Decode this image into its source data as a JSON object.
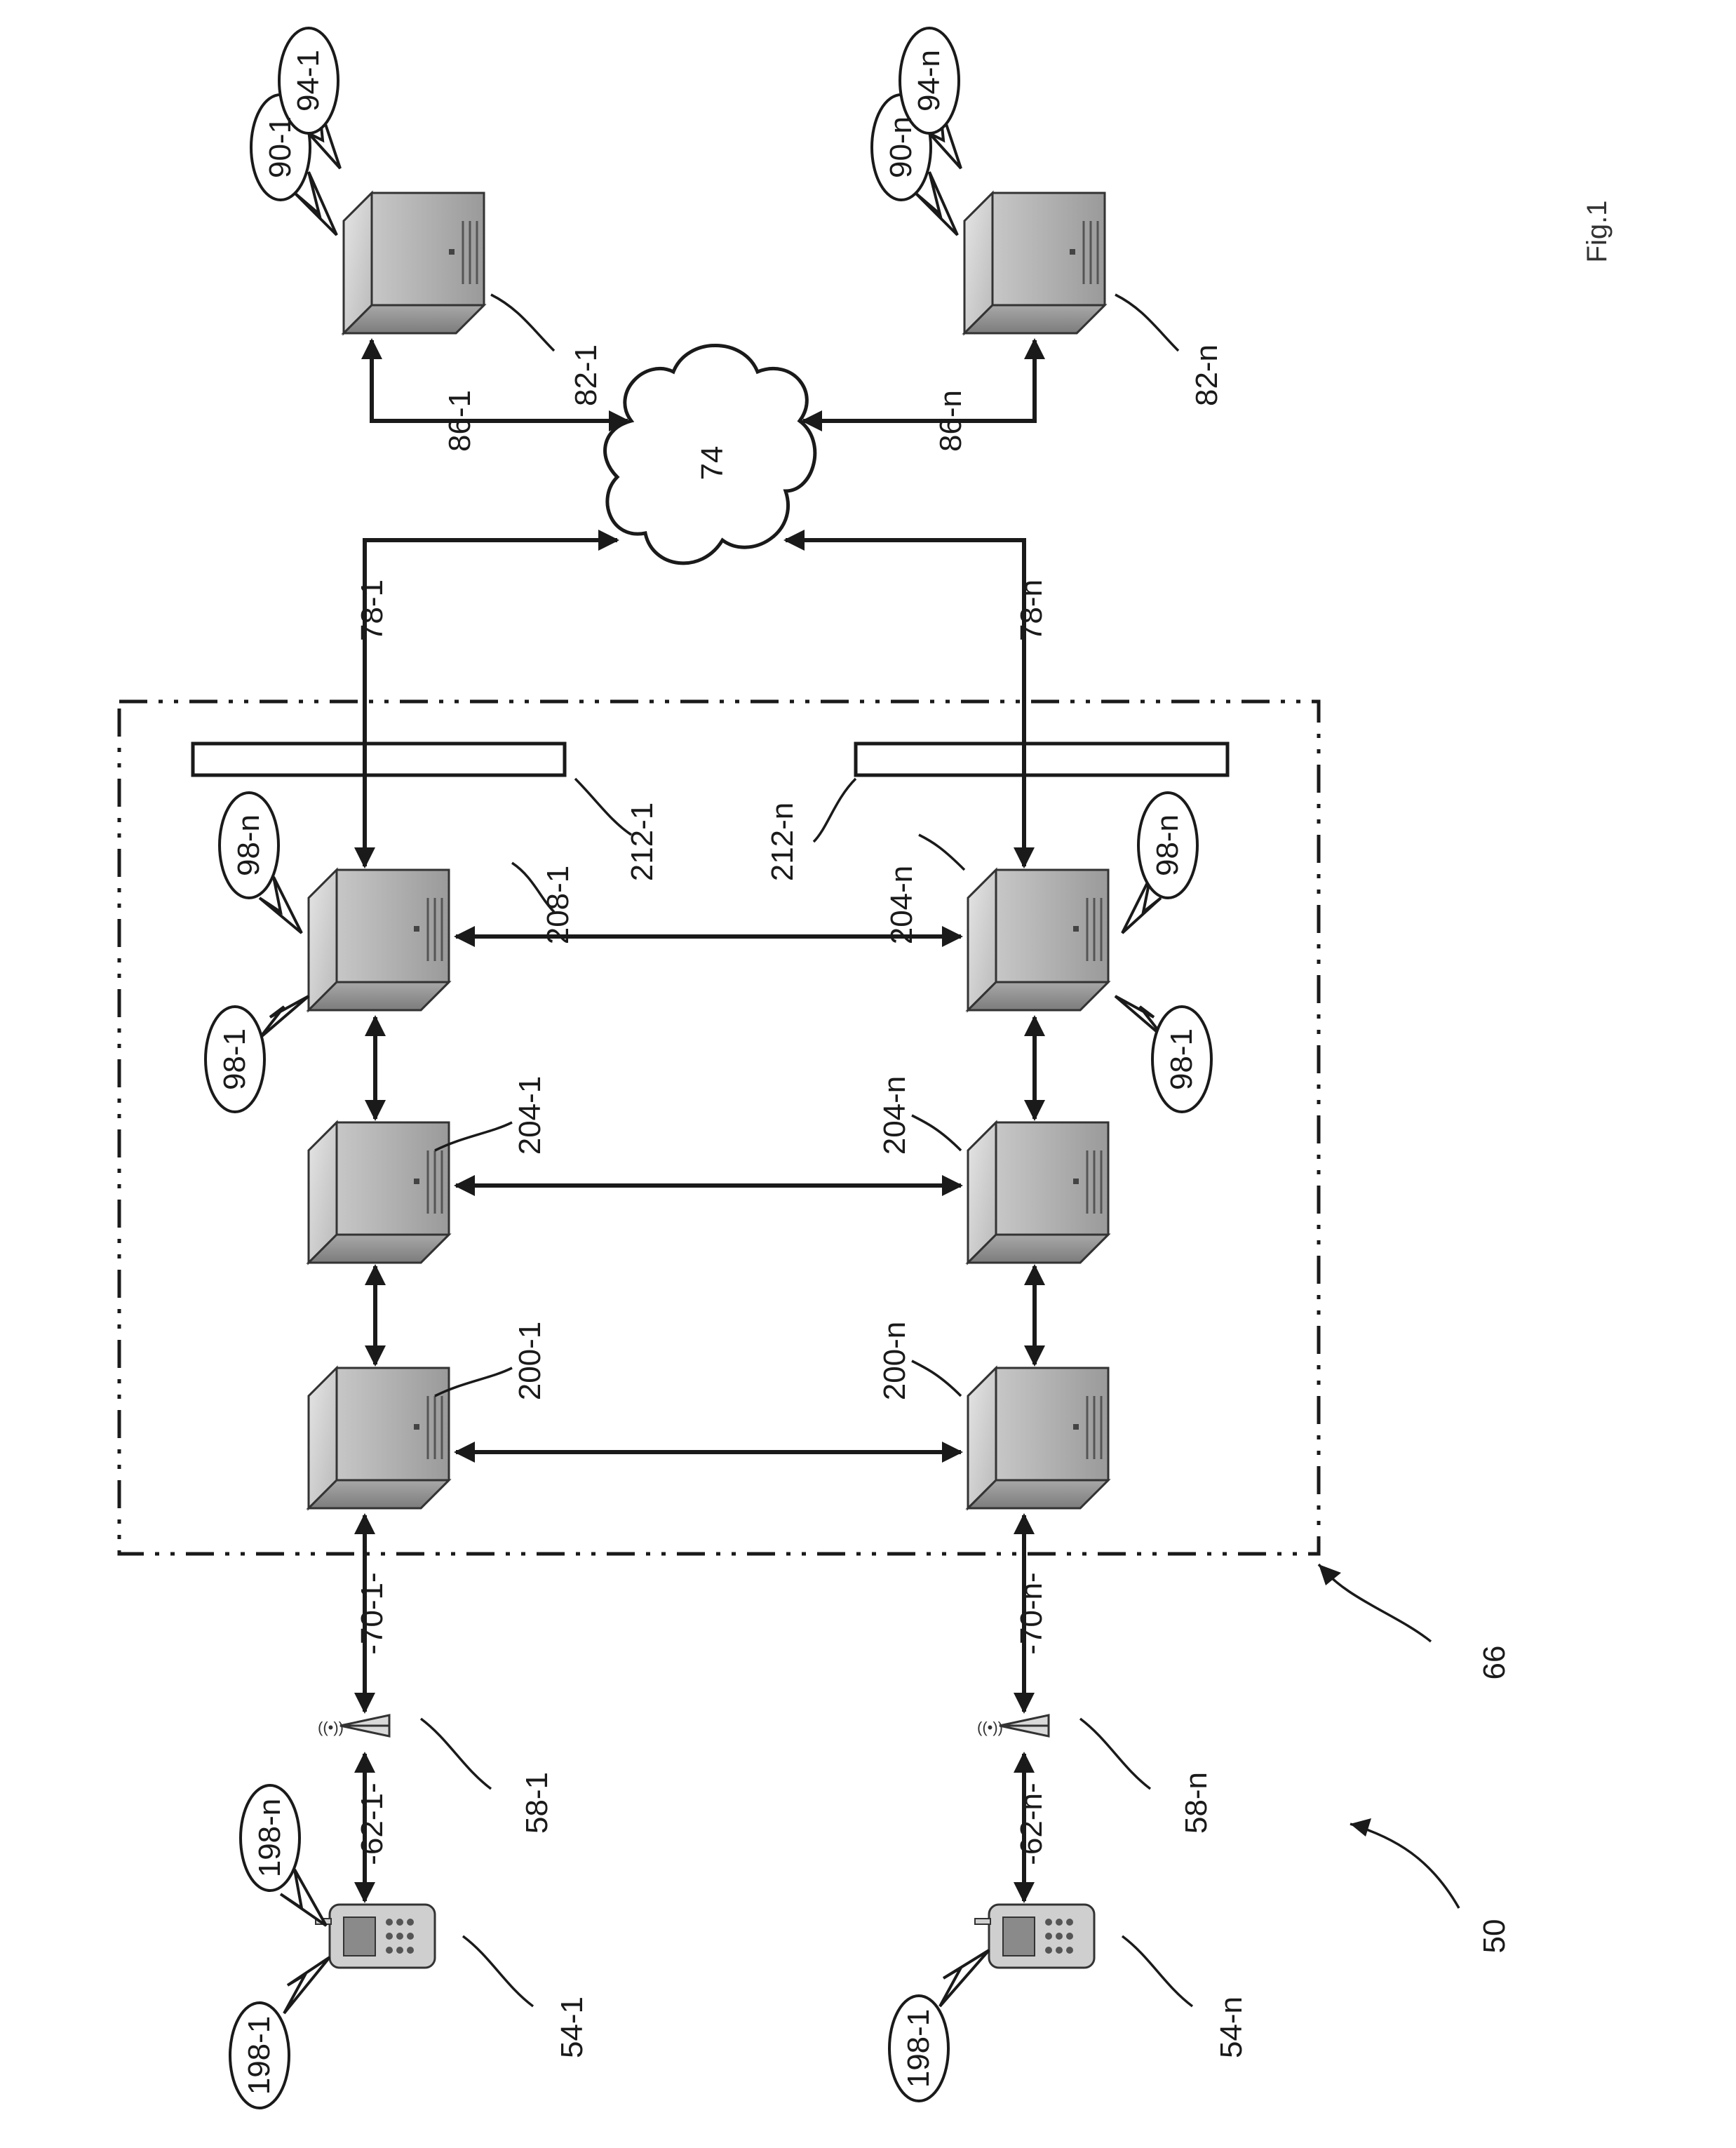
{
  "figure": {
    "caption": "Fig.1"
  },
  "labels": {
    "system": "50",
    "server_group": "66",
    "network": "74",
    "device_1": "54-1",
    "device_n": "54-n",
    "app_1_top": "198-n",
    "app_1_bottom": "198-1",
    "app_n_bottom": "198-1",
    "tower_1": "58-1",
    "tower_n": "58-n",
    "wireless_1": "-62-1-",
    "wireless_n": "-62-n-",
    "backhaul_1": "-70-1-",
    "backhaul_n": "-70-n-",
    "gw_1": "200-1",
    "gw_n": "200-n",
    "mid_1": "204-1",
    "mid_n": "204-n",
    "srv_1": "208-1",
    "srv_n": "204-n",
    "store_1": "212-1",
    "store_n": "212-n",
    "ext_1": "78-1",
    "ext_n": "78-n",
    "vendor_link_1": "86-1",
    "vendor_link_n": "86-n",
    "vendor_1": "82-1",
    "vendor_n": "82-n",
    "v1_app_a": "90-1",
    "v1_app_b": "94-1",
    "vn_app_a": "90-n",
    "vn_app_b": "94-n",
    "srv1_app_a": "98-1",
    "srv1_app_b": "98-n",
    "srvn_app_a": "98-1",
    "srvn_app_b": "98-n"
  }
}
